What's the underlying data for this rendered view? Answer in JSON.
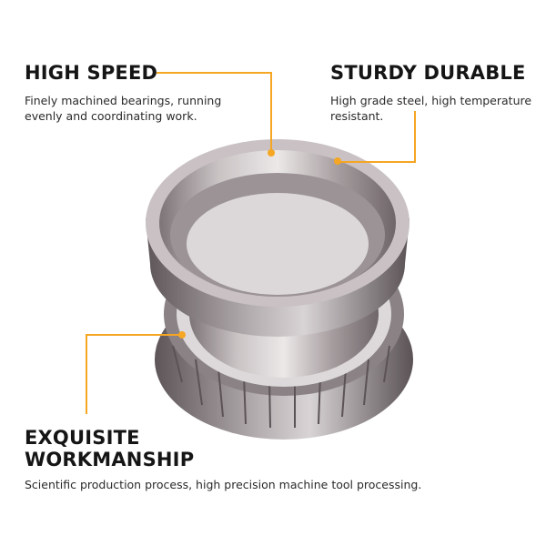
{
  "features": [
    {
      "title": "HIGH SPEED",
      "text_lines": [
        "Finely machined bearings, running",
        "evenly and coordinating work."
      ]
    },
    {
      "title": "STURDY DURABLE",
      "text_lines": [
        "High grade steel, high temperature",
        "resistant."
      ]
    },
    {
      "title_lines": [
        "EXQUISITE",
        "WORKMANSHIP"
      ],
      "text_lines": [
        "Scientific production process, high precision machine tool processing."
      ]
    }
  ],
  "colors": {
    "accent": "#f5a623",
    "text": "#151515"
  },
  "image": {
    "subject": "tapered-roller-bearing"
  }
}
